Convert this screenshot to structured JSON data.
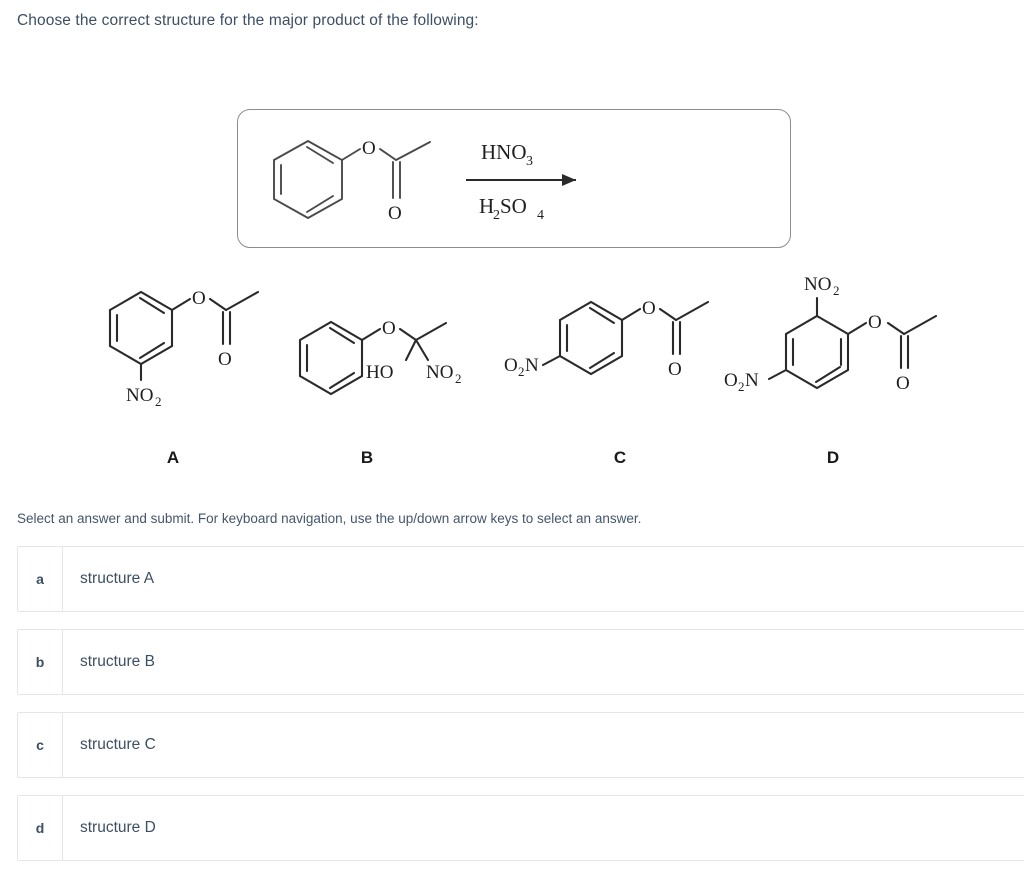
{
  "prompt": "Choose the correct structure for the major product of the following:",
  "reaction": {
    "reactant_name": "phenyl acetate",
    "reagent_top": "HNO",
    "reagent_top_sub": "3",
    "reagent_bottom": "H",
    "reagent_bottom_sub1": "2",
    "reagent_bottom_mid": "SO",
    "reagent_bottom_sub2": "4",
    "arrow": "reaction-arrow",
    "atom_O": "O",
    "atom_O2": "O"
  },
  "structures": [
    {
      "id": "A",
      "caption": "A",
      "name": "3-nitrophenyl acetate",
      "labels": {
        "ester_o": "O",
        "carbonyl_o": "O",
        "nitro": "NO",
        "nitro_sub": "2"
      }
    },
    {
      "id": "B",
      "caption": "B",
      "name": "1-hydroxy-1-nitroethyl phenyl ether",
      "labels": {
        "ester_o": "O",
        "hydroxyl": "HO",
        "nitro": "NO",
        "nitro_sub": "2"
      }
    },
    {
      "id": "C",
      "caption": "C",
      "name": "4-nitrophenyl acetate",
      "labels": {
        "ester_o": "O",
        "carbonyl_o": "O",
        "nitro_pre": "O",
        "nitro_sub": "2",
        "nitro_post": "N"
      }
    },
    {
      "id": "D",
      "caption": "D",
      "name": "2,4-dinitrophenyl acetate",
      "labels": {
        "ester_o": "O",
        "carbonyl_o": "O",
        "nitro_top": "NO",
        "nitro_top_sub": "2",
        "nitro_pre": "O",
        "nitro_sub": "2",
        "nitro_post": "N"
      }
    }
  ],
  "helper_text": "Select an answer and submit. For keyboard navigation, use the up/down arrow keys to select an answer.",
  "options": [
    {
      "letter": "a",
      "label": "structure A"
    },
    {
      "letter": "b",
      "label": "structure B"
    },
    {
      "letter": "c",
      "label": "structure C"
    },
    {
      "letter": "d",
      "label": "structure D"
    }
  ],
  "colors": {
    "text": "#3d4f63",
    "helper": "#44566c",
    "border": "#e3e6ec",
    "box_border": "#8d8d8d",
    "bond": "#4a4a4a"
  }
}
